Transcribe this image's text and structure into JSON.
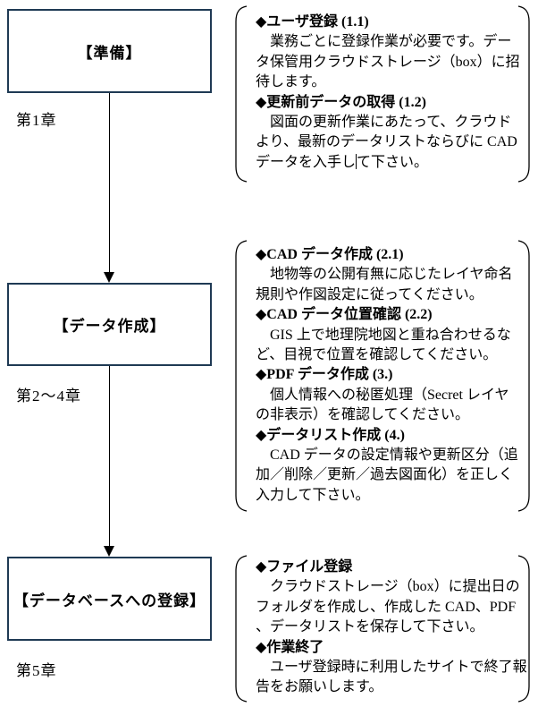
{
  "colors": {
    "box_border": "#1f3a54",
    "line_color": "#000000",
    "text_color": "#000000",
    "background": "#ffffff"
  },
  "flow": {
    "steps": [
      {
        "title": "【準備】",
        "chapter": "第1章"
      },
      {
        "title": "【データ作成】",
        "chapter": "第2～4章"
      },
      {
        "title": "【データベースへの登録】",
        "chapter": "第5章"
      }
    ]
  },
  "callouts": [
    {
      "lines": [
        {
          "t": "◆ユーザ登録 (1.1)",
          "b": true
        },
        {
          "t": "　業務ごとに登録作業が必要です。デー"
        },
        {
          "t": "タ保管用クラウドストレージ（box）に招"
        },
        {
          "t": "待します。"
        },
        {
          "t": "◆更新前データの取得 (1.2)",
          "b": true
        },
        {
          "t": "　図面の更新作業にあたって、クラウド"
        },
        {
          "t": "より、最新のデータリストならびに CAD"
        },
        {
          "t": "データを入手して下さい。",
          "cursor_at": 7
        }
      ]
    },
    {
      "lines": [
        {
          "t": "◆CAD データ作成 (2.1)",
          "b": true
        },
        {
          "t": "　地物等の公開有無に応じたレイヤ命名"
        },
        {
          "t": "規則や作図設定に従ってください。"
        },
        {
          "t": "◆CAD データ位置確認 (2.2)",
          "b": true
        },
        {
          "t": "　GIS 上で地理院地図と重ね合わせるな"
        },
        {
          "t": "ど、目視で位置を確認してください。"
        },
        {
          "t": "◆PDF データ作成 (3.)",
          "b": true
        },
        {
          "t": "　個人情報への秘匿処理（Secret レイヤ"
        },
        {
          "t": "の非表示）を確認してください。"
        },
        {
          "t": "◆データリスト作成 (4.)",
          "b": true
        },
        {
          "t": "　CAD データの設定情報や更新区分（追"
        },
        {
          "t": "加／削除／更新／過去図面化）を正しく"
        },
        {
          "t": "入力して下さい。"
        }
      ]
    },
    {
      "lines": [
        {
          "t": "◆ファイル登録",
          "b": true
        },
        {
          "t": "　クラウドストレージ（box）に提出日の"
        },
        {
          "t": "フォルダを作成し、作成した CAD、PDF"
        },
        {
          "t": "、データリストを保存して下さい。"
        },
        {
          "t": "◆作業終了",
          "b": true
        },
        {
          "t": "　ユーザ登録時に利用したサイトで終了報"
        },
        {
          "t": "告をお願いします。"
        }
      ]
    }
  ]
}
